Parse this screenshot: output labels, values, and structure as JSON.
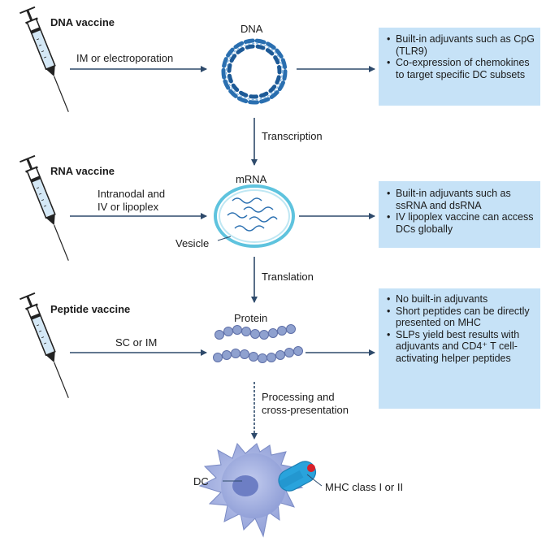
{
  "rows": [
    {
      "title": "DNA vaccine",
      "route": "IM or electroporation",
      "molecule": "DNA",
      "notes": [
        "Built-in adjuvants such as CpG (TLR9)",
        "Co-expression of chemokines to target specific DC subsets"
      ]
    },
    {
      "title": "RNA vaccine",
      "route_line1": "Intranodal and",
      "route_line2": "IV or lipoplex",
      "molecule": "mRNA",
      "vesicle_label": "Vesicle",
      "notes": [
        "Built-in adjuvants such as ssRNA and dsRNA",
        "IV lipoplex vaccine can access DCs globally"
      ]
    },
    {
      "title": "Peptide vaccine",
      "route": "SC or IM",
      "molecule": "Protein",
      "notes": [
        "No built-in adjuvants",
        "Short peptides can be directly presented on MHC",
        "SLPs yield best results with adjuvants and CD4⁺ T cell-activating helper peptides"
      ]
    }
  ],
  "steps": {
    "transcription": "Transcription",
    "translation": "Translation",
    "processing_line1": "Processing and",
    "processing_line2": "cross-presentation"
  },
  "dc": {
    "label": "DC",
    "mhc_label": "MHC class I or II"
  },
  "colors": {
    "arrow": "#2e4a6b",
    "box": "#c6e2f7",
    "dna_strand": "#2a6fb0",
    "rna": "#2a6fb0",
    "vesicle": "#5ec3de",
    "protein": "#8fa1cf",
    "dc_body": "#a9b6e3",
    "mhc": "#29a3dc",
    "peptide": "#d8202a"
  }
}
